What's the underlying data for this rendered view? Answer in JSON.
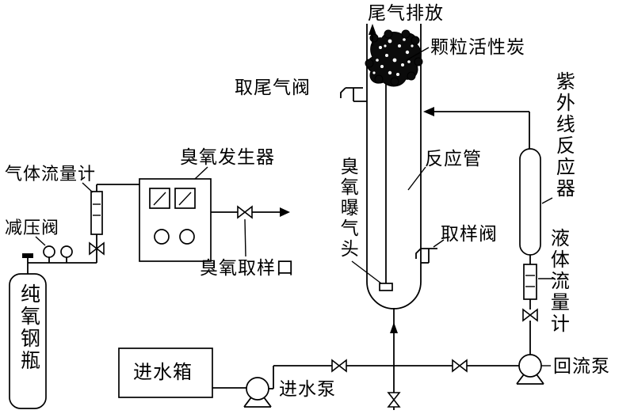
{
  "diagram": {
    "type": "process-flow-schematic",
    "labels": {
      "tail_gas_outlet": "尾气排放",
      "activated_carbon": "颗粒活性炭",
      "tail_gas_valve": "取尾气阀",
      "uv_reactor": "紫外线反应器",
      "reaction_tube": "反应管",
      "ozone_generator": "臭氧发生器",
      "gas_flow_meter": "气体流量计",
      "pressure_reducing_valve": "减压阀",
      "ozone_sampling_port": "臭氧取样口",
      "ozone_diffuser": "臭氧曝气头",
      "sampling_valve": "取样阀",
      "liquid_flow_meter": "液体流量计",
      "reflux_pump": "回流泵",
      "feed_water_tank": "进水箱",
      "feed_water_pump": "进水泵",
      "oxygen_cylinder": "纯氧钢瓶"
    },
    "colors": {
      "line": "#000000",
      "background": "#ffffff",
      "carbon_fill": "#0b0b0b"
    }
  }
}
